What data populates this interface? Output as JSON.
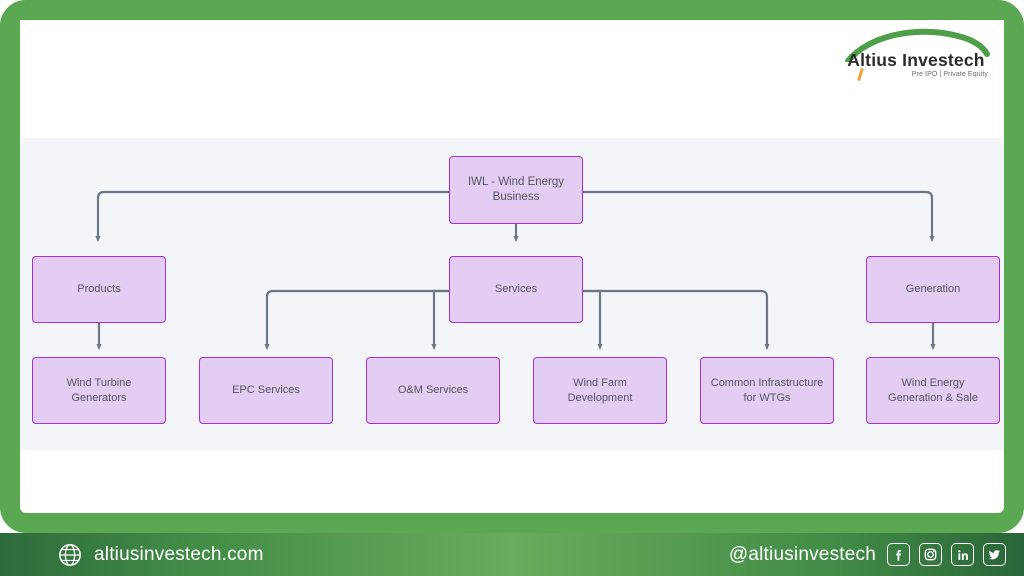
{
  "brand": {
    "logo_name": "Altius Investech",
    "logo_tagline": "Pre IPO | Private Equity"
  },
  "diagram": {
    "type": "org-chart",
    "root": {
      "id": "root",
      "label": "IWL - Wind Energy Business"
    },
    "level2": [
      {
        "id": "products",
        "label": "Products"
      },
      {
        "id": "services",
        "label": "Services"
      },
      {
        "id": "generation",
        "label": "Generation"
      }
    ],
    "level3": [
      {
        "id": "wind-turbine-generators",
        "label": "Wind Turbine Generators",
        "parent": "products"
      },
      {
        "id": "epc-services",
        "label": "EPC Services",
        "parent": "services"
      },
      {
        "id": "om-services",
        "label": "O&M Services",
        "parent": "services"
      },
      {
        "id": "wind-farm-development",
        "label": "Wind Farm Development",
        "parent": "services"
      },
      {
        "id": "common-infrastructure",
        "label": "Common Infrastructure for WTGs",
        "parent": "services"
      },
      {
        "id": "wind-energy-generation",
        "label": "Wind Energy Generation & Sale",
        "parent": "generation"
      }
    ],
    "colors": {
      "node_fill": "#e3cdf2",
      "node_border": "#a333d8",
      "node_text": "#54565c",
      "connector": "#6b7785",
      "panel_background": "#f4f5f8"
    }
  },
  "footer": {
    "website": "altiusinvestech.com",
    "handle": "@altiusinvestech",
    "globe_icon": "globe-icon",
    "social": [
      {
        "id": "facebook",
        "glyph": "f"
      },
      {
        "id": "instagram",
        "glyph": "◉"
      },
      {
        "id": "linkedin",
        "glyph": "in"
      },
      {
        "id": "twitter",
        "glyph": "🐦"
      }
    ],
    "colors": {
      "frame_green": "#5aa851",
      "gradient_dark": "#2e6b3c",
      "gradient_light": "#6aab5d"
    }
  }
}
